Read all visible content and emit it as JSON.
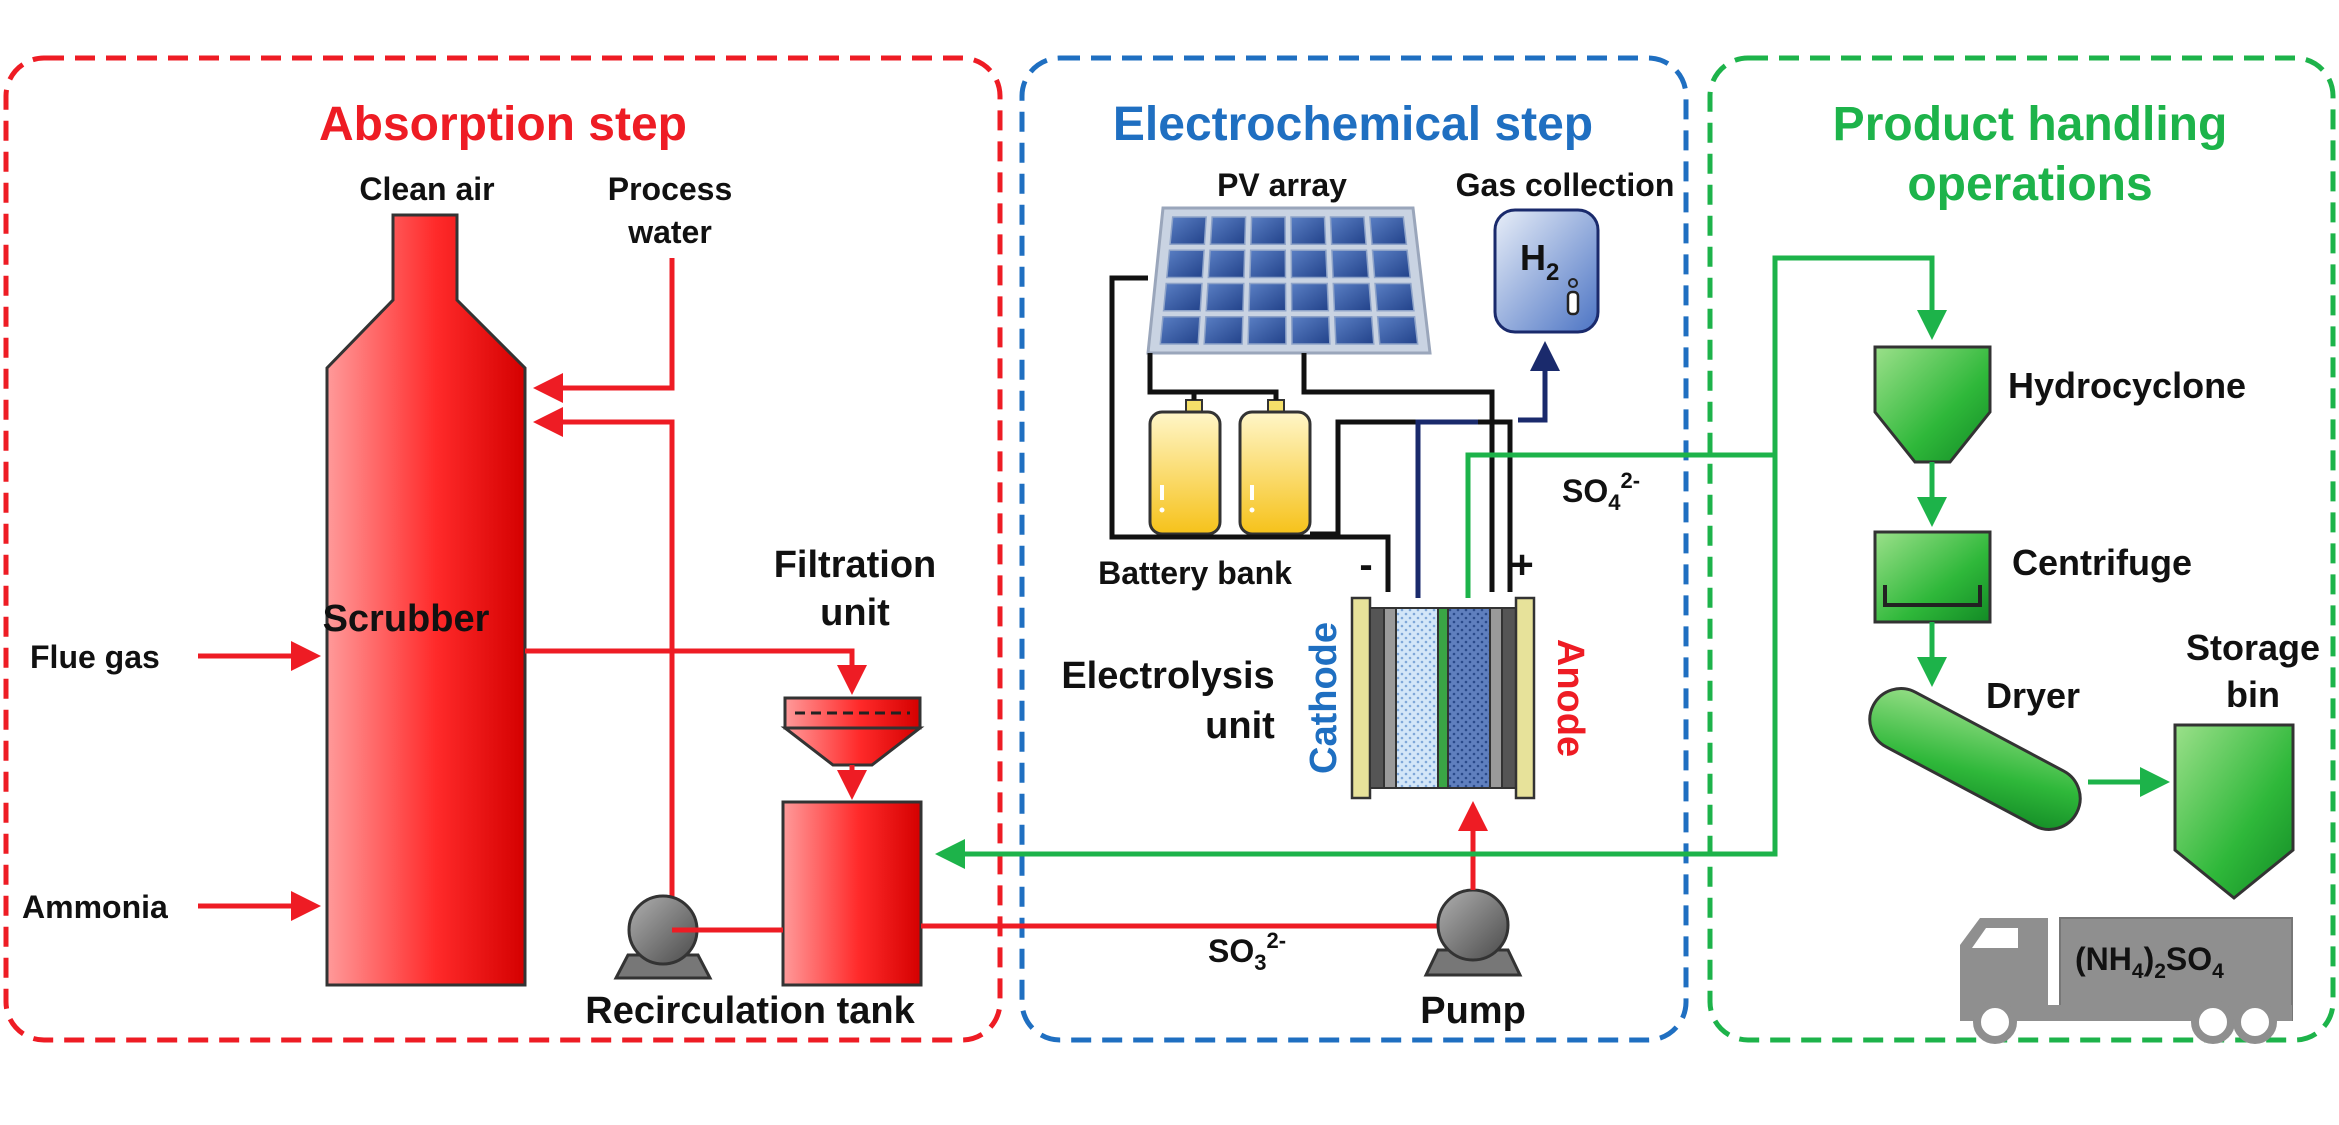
{
  "sections": {
    "absorption": {
      "title": "Absorption step"
    },
    "electrochemical": {
      "title": "Electrochemical step"
    },
    "product": {
      "title_line1": "Product handling",
      "title_line2": "operations"
    }
  },
  "labels": {
    "clean_air": "Clean air",
    "process_water_1": "Process",
    "process_water_2": "water",
    "flue_gas": "Flue gas",
    "ammonia": "Ammonia",
    "scrubber": "Scrubber",
    "filtration_1": "Filtration",
    "filtration_2": "unit",
    "recirculation_tank": "Recirculation tank",
    "pv_array": "PV array",
    "gas_collection": "Gas collection",
    "h2": "H",
    "h2_sub": "2",
    "battery_bank": "Battery bank",
    "minus": "-",
    "plus": "+",
    "electrolysis_1": "Electrolysis",
    "electrolysis_2": "unit",
    "cathode": "Cathode",
    "anode": "Anode",
    "so4": "SO",
    "so4_sub": "4",
    "so4_sup": "2-",
    "so3": "SO",
    "so3_sub": "3",
    "so3_sup": "2-",
    "pump": "Pump",
    "hydrocyclone": "Hydrocyclone",
    "centrifuge": "Centrifuge",
    "dryer": "Dryer",
    "storage_1": "Storage",
    "storage_2": "bin",
    "truck_a": "(NH",
    "truck_sub1": "4",
    "truck_b": ")",
    "truck_sub2": "2",
    "truck_c": "SO",
    "truck_sub3": "4"
  },
  "colors": {
    "absorption": "#ee1c24",
    "electrochemical": "#1f6fc1",
    "product": "#1db34a",
    "cathode": "#1f6fc1",
    "anode": "#ee1c24"
  }
}
